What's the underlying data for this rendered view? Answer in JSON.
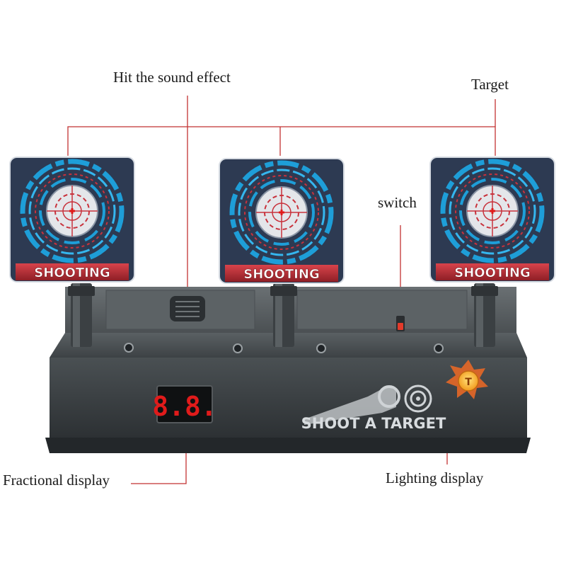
{
  "callouts": {
    "sound_effect": "Hit the sound effect",
    "target": "Target",
    "switch": "switch",
    "fractional_display": "Fractional display",
    "lighting_display": "Lighting display"
  },
  "product": {
    "target_caption": "SHOOTING",
    "brand_text": "SHOOT A TARGET",
    "score_display": "8.8."
  },
  "colors": {
    "leader_line": "#c23232",
    "base_dark": "#34393b",
    "target_blue": "#1e9ed8",
    "target_red": "#c8323c",
    "led_red": "#e01b1b"
  }
}
